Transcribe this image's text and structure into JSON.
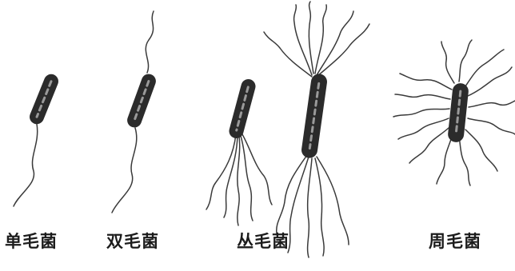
{
  "figure": {
    "bacteria": [
      {
        "type": "monotrichous",
        "label": "单毛菌"
      },
      {
        "type": "amphitrichous",
        "label": "双毛菌"
      },
      {
        "type": "lophotrichous",
        "label": "丛毛菌"
      },
      {
        "type": "lophotrichous-bipolar",
        "label": ""
      },
      {
        "type": "peritrichous",
        "label": "周毛菌"
      }
    ]
  }
}
